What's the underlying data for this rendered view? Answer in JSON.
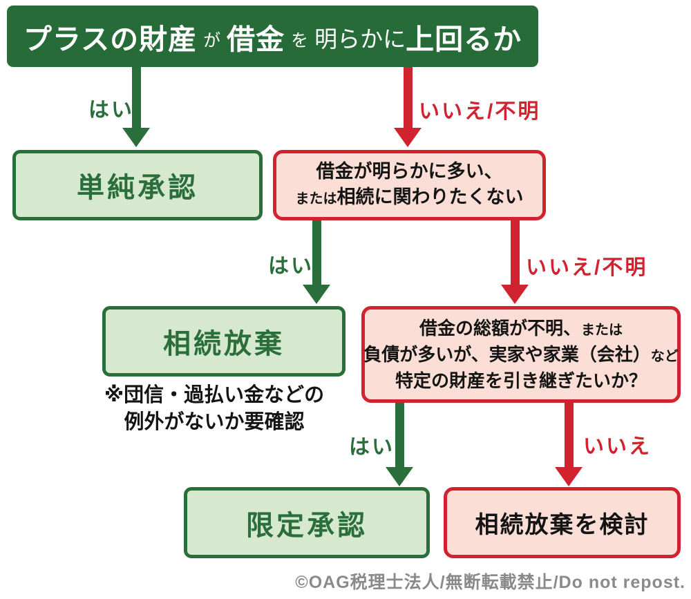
{
  "palette": {
    "header_green": "#276B38",
    "green": "#2A6E3B",
    "light_green_fill": "#D6E9CE",
    "red": "#D0232F",
    "pink_fill": "#FBDFD6",
    "text_black": "#141414",
    "footer_gray": "#8A8A8A"
  },
  "header": {
    "segments": [
      "プラスの財産",
      "が",
      "借金",
      "を",
      "明らかに",
      "上回るか"
    ]
  },
  "edges": {
    "yes1": "はい",
    "no1": "いいえ/不明",
    "yes2": "はい",
    "no2": "いいえ/不明",
    "yes3": "はい",
    "no3": "いいえ"
  },
  "boxes": {
    "simple_acceptance": "単純承認",
    "q_debt": {
      "line1": "借金が明らかに多い、",
      "line2_small": "または",
      "line2": "相続に関わりたくない"
    },
    "renounce": "相続放棄",
    "renounce_note": {
      "line1": "※団信・過払い金などの",
      "line2": "例外がないか要確認"
    },
    "q_total": {
      "line1": "借金の総額が不明、",
      "line1_small": "または",
      "line2": "負債が多いが、実家や家業（会社）",
      "line2_small": "など",
      "line3": "特定の財産を引き継ぎたいか？"
    },
    "limited_acceptance": "限定承認",
    "consider_renounce": "相続放棄を検討"
  },
  "footer": {
    "copyright": "©OAG税理士法人/無断転載禁止/Do not repost."
  }
}
